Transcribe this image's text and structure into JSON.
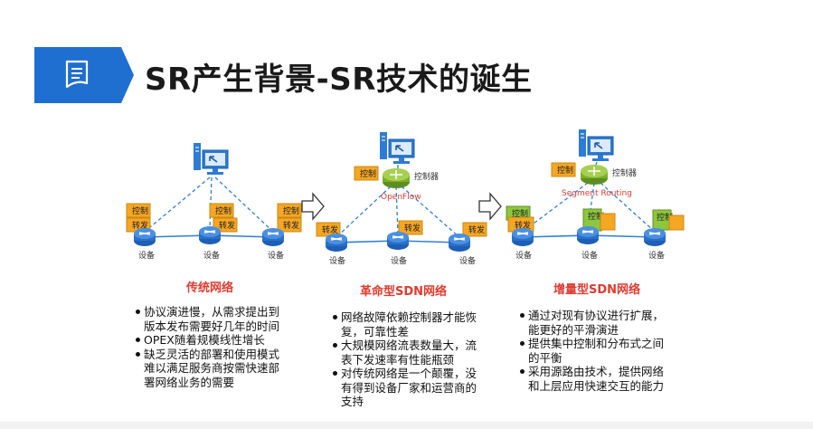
{
  "slide": {
    "title": "SR产生背景-SR技术的诞生",
    "icon": "document-icon"
  },
  "panels": [
    {
      "heading": "传统网络",
      "device_label": "设备",
      "control_label": "控制",
      "forward_label": "转发",
      "bullets": [
        "协议演进慢，从需求提出到版本发布需要好几年的时间",
        "OPEX随着规模线性增长",
        "缺乏灵活的部署和使用模式难以满足服务商按需快速部署网络业务的需要"
      ]
    },
    {
      "heading": "革命型SDN网络",
      "device_label": "设备",
      "control_label": "控制",
      "controller_label": "控制器",
      "forward_label": "转发",
      "protocol_label": "OpenFlow",
      "bullets": [
        "网络故障依赖控制器才能恢复，可靠性差",
        "大规模网络流表数量大，流表下发速率有性能瓶颈",
        "对传统网络是一个颠覆，没有得到设备厂家和运营商的支持"
      ]
    },
    {
      "heading": "增量型SDN网络",
      "device_label": "设备",
      "control_label": "控制",
      "controller_label": "控制器",
      "forward_label": "转发",
      "protocol_label": "Segment Routing",
      "bullets": [
        "通过对现有协议进行扩展，能更好的平滑演进",
        "提供集中控制和分布式之间的平衡",
        "采用源路由技术，提供网络和上层应用快速交互的能力"
      ]
    }
  ],
  "colors": {
    "header_blue": "#1f6fd1",
    "orange_box": "#f5a623",
    "green_box": "#8dc63f",
    "heading_red": "#e03a2f",
    "router_blue": "#2a6fc9",
    "link_blue": "#2f7fd6"
  }
}
